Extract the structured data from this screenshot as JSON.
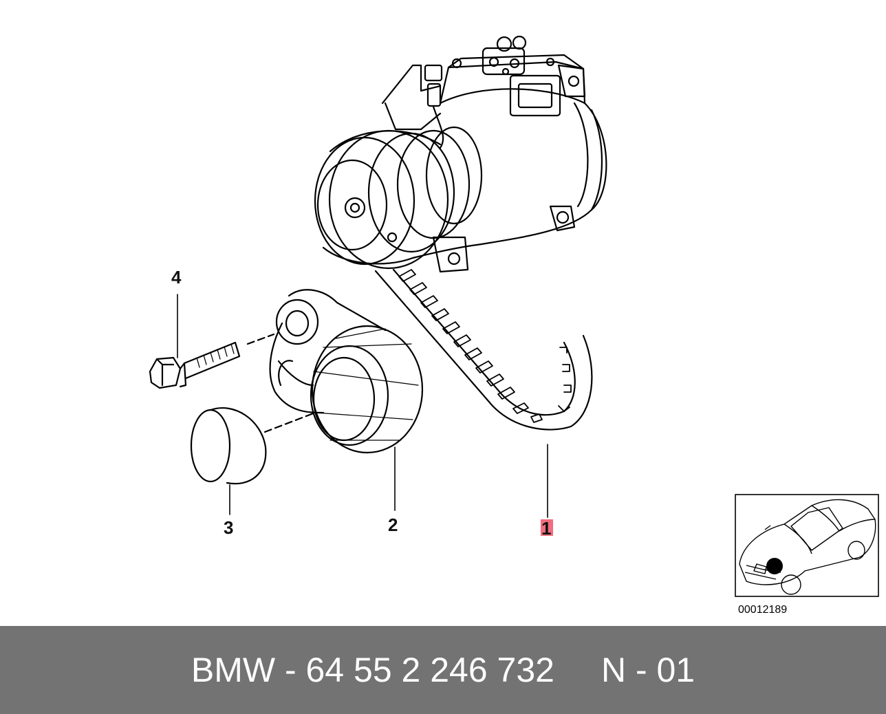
{
  "diagram": {
    "callouts": {
      "c1": "1",
      "c2": "2",
      "c3": "3",
      "c4": "4"
    },
    "highlight_color": "#f26d7d",
    "inset_image_number": "00012189"
  },
  "footer": {
    "part_text": "BMW - 64 55 2 246 732",
    "position_text": "N - 01"
  }
}
